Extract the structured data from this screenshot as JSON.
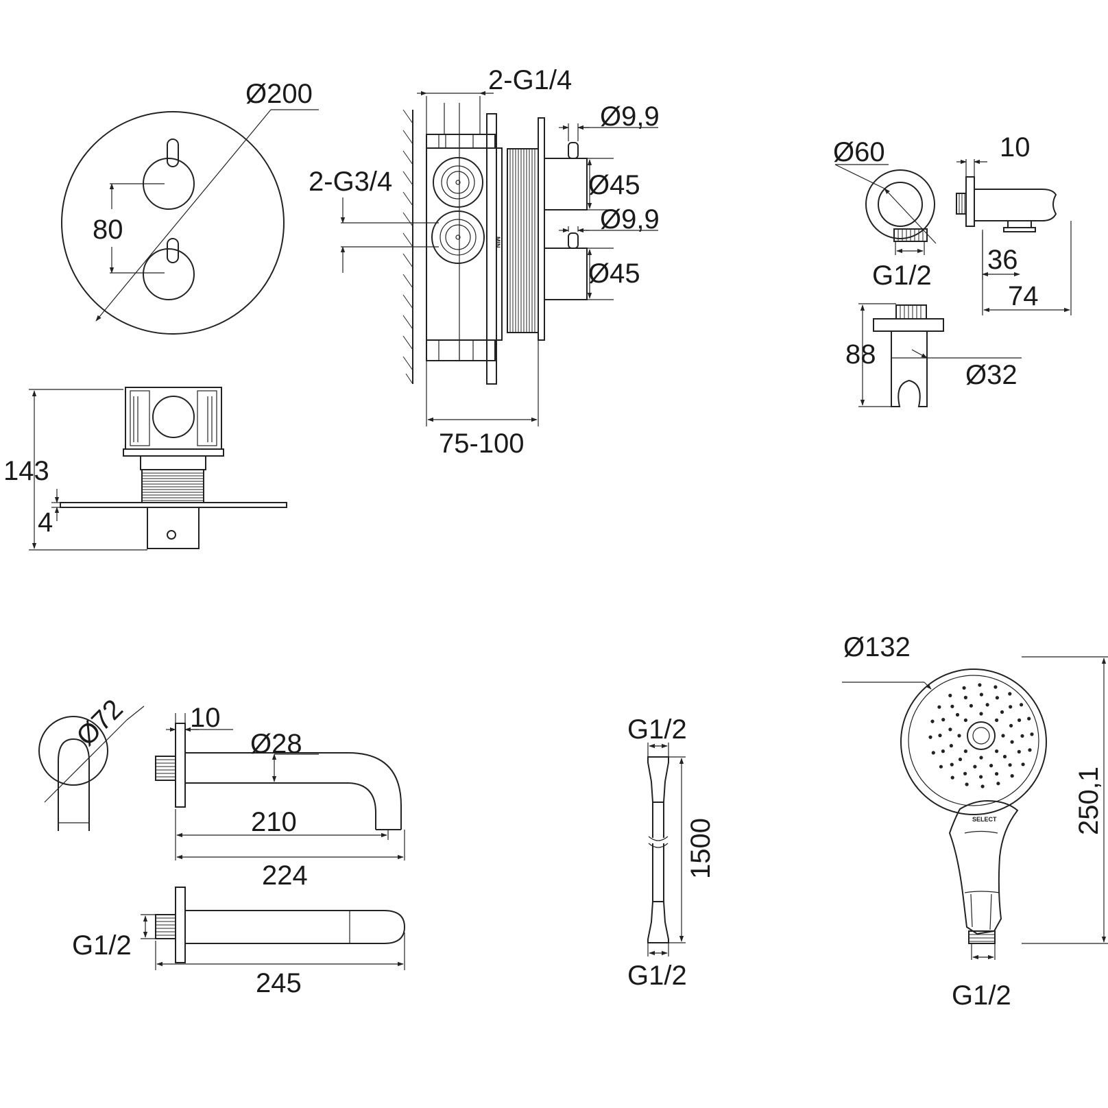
{
  "mixer_front": {
    "d_plate": "Ø200",
    "spacing": "80"
  },
  "mixer_side": {
    "depth": "143",
    "plate": "4"
  },
  "body_section": {
    "outlets": "2-G1/4",
    "inlets": "2-G3/4",
    "spindle_top": "Ø9,9",
    "knob_top": "Ø45",
    "spindle_bottom": "Ø9,9",
    "knob_bottom": "Ø45",
    "install_depth": "75-100",
    "brand_mark": "MIN"
  },
  "wall_outlet": {
    "d_plate": "Ø60",
    "plate_t": "10",
    "connector": "G1/2",
    "depth": "36",
    "length": "74"
  },
  "holder": {
    "height": "88",
    "d": "Ø32"
  },
  "spout": {
    "d_plate": "Ø72",
    "plate_t": "10",
    "d_pipe": "Ø28",
    "reach": "210",
    "length": "224",
    "connector": "G1/2",
    "total": "245"
  },
  "hose": {
    "end_top": "G1/2",
    "length": "1500",
    "end_bottom": "G1/2"
  },
  "hand_shower": {
    "d_head": "Ø132",
    "length": "250,1",
    "connector": "G1/2",
    "brand": "SELECT"
  }
}
